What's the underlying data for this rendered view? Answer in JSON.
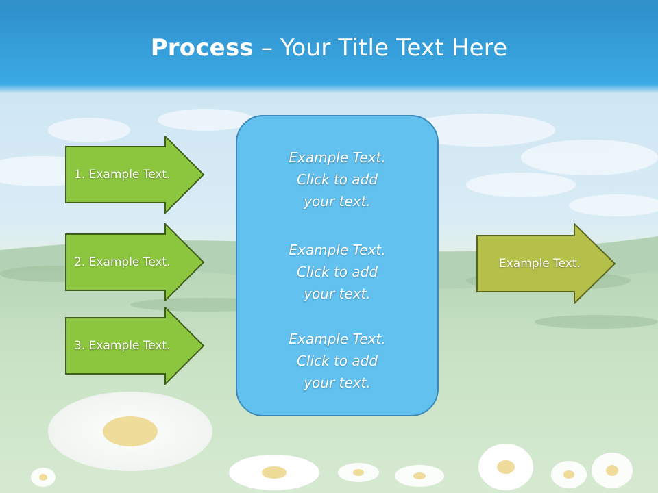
{
  "title": {
    "bold": "Process",
    "rest": " – Your Title Text Here"
  },
  "left_steps": [
    {
      "label": "1. Example Text."
    },
    {
      "label": "2. Example Text."
    },
    {
      "label": "3. Example Text."
    }
  ],
  "center_blocks": [
    {
      "lines": [
        "Example Text.",
        "Click  to add",
        "your text."
      ]
    },
    {
      "lines": [
        "Example Text.",
        "Click  to add",
        "your text."
      ]
    },
    {
      "lines": [
        "Example Text.",
        "Click  to add",
        "your text."
      ]
    }
  ],
  "result": {
    "label": "Example Text."
  },
  "colors": {
    "sky_top": "#2e8fc8",
    "left_arrow_fill": "#8cc63f",
    "left_arrow_border": "#3f5e1a",
    "center_fill": "#62c1ef",
    "center_border": "#3a89b8",
    "right_arrow_fill": "#b5c04a",
    "right_arrow_border": "#5a6420"
  }
}
